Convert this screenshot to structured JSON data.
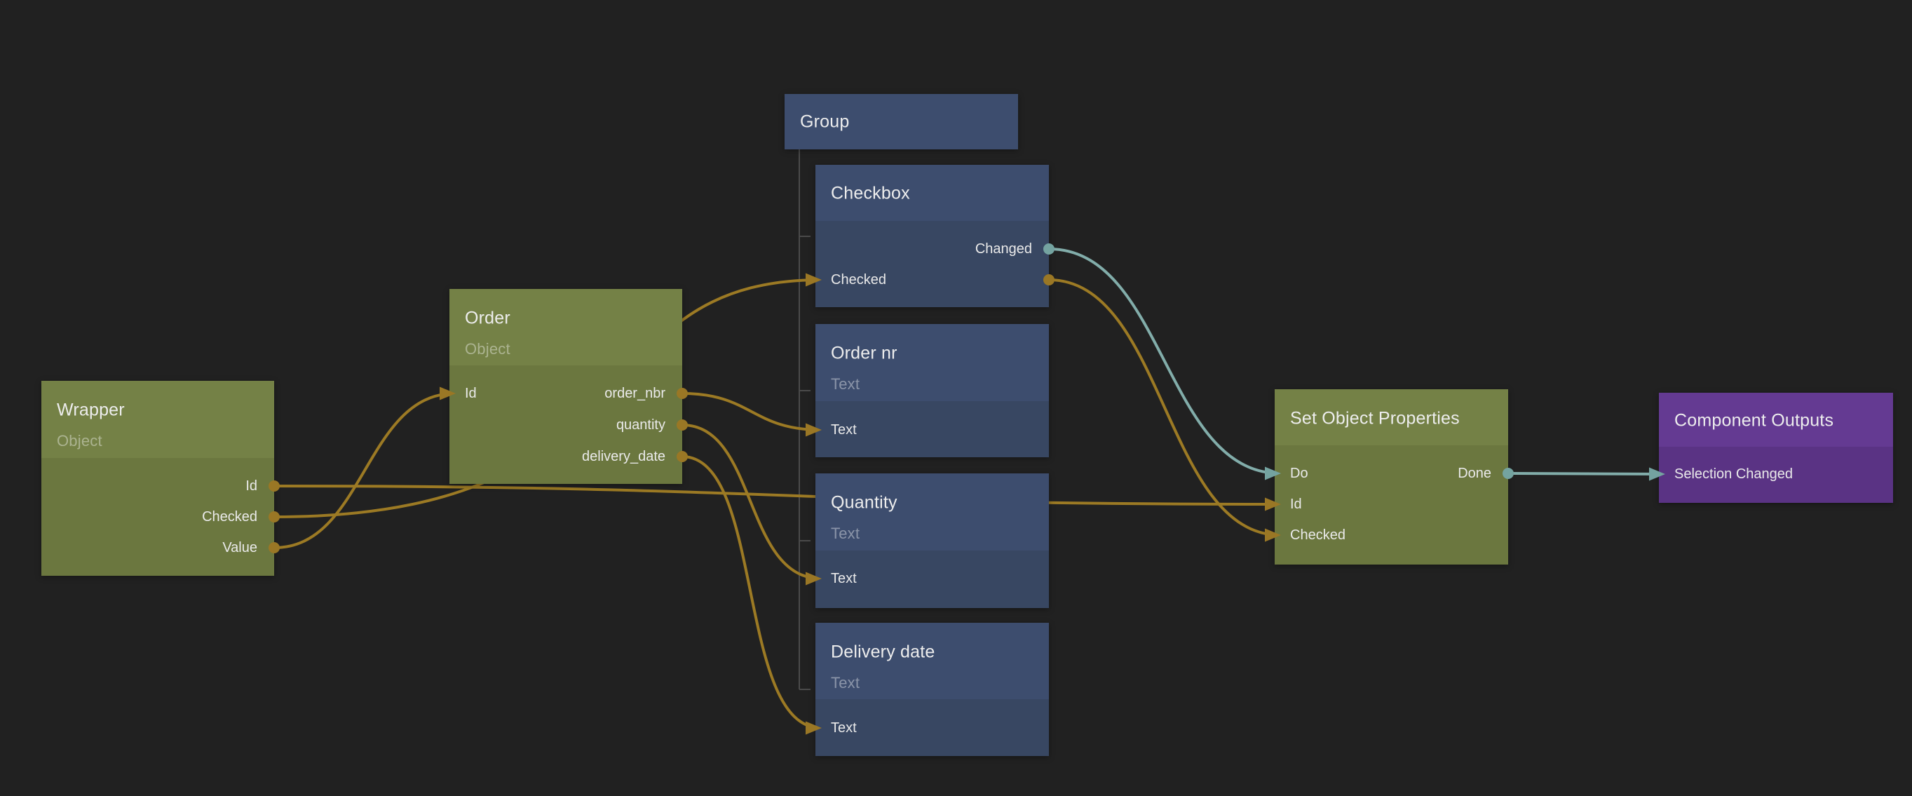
{
  "canvas": {
    "background": "#212121"
  },
  "palette": {
    "object_node_header": "#748146",
    "object_node_body": "#6b773f",
    "visual_node_header": "#3d4d6e",
    "visual_node_body": "#384762",
    "output_node_header": "#643a92",
    "output_node_body": "#5a3384",
    "data_wire": "#9c7a24",
    "data_port_dot": "#9a7725",
    "signal_wire": "#82adaa",
    "signal_port_dot": "#74a3a0",
    "hierarchy_line": "#4a4a4a"
  },
  "nodes": {
    "wrapper": {
      "title": "Wrapper",
      "subtitle": "Object",
      "ports": {
        "outputs": [
          "Id",
          "Checked",
          "Value"
        ]
      }
    },
    "order": {
      "title": "Order",
      "subtitle": "Object",
      "ports": {
        "inputs": [
          "Id"
        ],
        "outputs": [
          "order_nbr",
          "quantity",
          "delivery_date"
        ]
      }
    },
    "group": {
      "title": "Group"
    },
    "checkbox": {
      "title": "Checkbox",
      "ports": {
        "outputs": [
          "Changed"
        ],
        "inouts": [
          "Checked"
        ]
      }
    },
    "order_nr": {
      "title": "Order nr",
      "subtitle": "Text",
      "ports": {
        "inputs": [
          "Text"
        ]
      }
    },
    "quantity": {
      "title": "Quantity",
      "subtitle": "Text",
      "ports": {
        "inputs": [
          "Text"
        ]
      }
    },
    "delivery_date": {
      "title": "Delivery date",
      "subtitle": "Text",
      "ports": {
        "inputs": [
          "Text"
        ]
      }
    },
    "set_object_properties": {
      "title": "Set Object Properties",
      "ports": {
        "inputs": [
          "Do",
          "Id",
          "Checked"
        ],
        "outputs": [
          "Done"
        ]
      }
    },
    "component_outputs": {
      "title": "Component Outputs",
      "ports": {
        "inputs": [
          "Selection Changed"
        ]
      }
    }
  },
  "connections": [
    {
      "from": "Wrapper.Value",
      "to": "Order.Id",
      "kind": "data"
    },
    {
      "from": "Wrapper.Id",
      "to": "Set Object Properties.Id",
      "kind": "data"
    },
    {
      "from": "Wrapper.Checked",
      "to": "Checkbox.Checked",
      "kind": "data"
    },
    {
      "from": "Order.order_nbr",
      "to": "Order nr.Text",
      "kind": "data"
    },
    {
      "from": "Order.quantity",
      "to": "Quantity.Text",
      "kind": "data"
    },
    {
      "from": "Order.delivery_date",
      "to": "Delivery date.Text",
      "kind": "data"
    },
    {
      "from": "Checkbox.Changed",
      "to": "Set Object Properties.Do",
      "kind": "signal"
    },
    {
      "from": "Checkbox.Checked",
      "to": "Set Object Properties.Checked",
      "kind": "data"
    },
    {
      "from": "Set Object Properties.Done",
      "to": "Component Outputs.Selection Changed",
      "kind": "signal"
    },
    {
      "from": "Group",
      "to_children": [
        "Checkbox",
        "Order nr",
        "Quantity",
        "Delivery date"
      ],
      "kind": "hierarchy"
    }
  ]
}
